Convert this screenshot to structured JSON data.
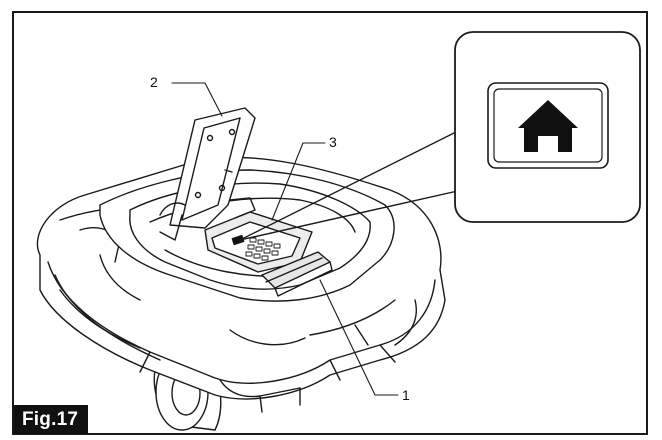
{
  "figure": {
    "label": "Fig.17"
  },
  "callouts": [
    {
      "id": "1",
      "text": "1"
    },
    {
      "id": "2",
      "text": "2"
    },
    {
      "id": "3",
      "text": "3"
    }
  ],
  "inset": {
    "icon": "home-icon"
  },
  "colors": {
    "line": "#1a1a1a",
    "fill": "#ffffff",
    "shade": "#d9d9d9",
    "dark": "#111111"
  }
}
